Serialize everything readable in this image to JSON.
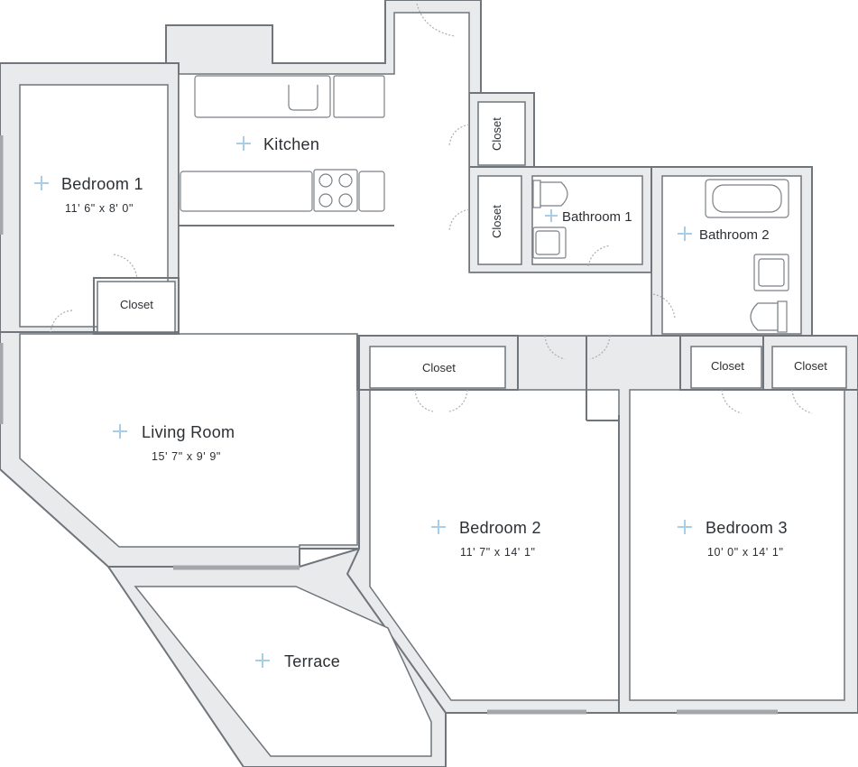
{
  "rooms": {
    "kitchen": {
      "label": "Kitchen"
    },
    "bedroom1": {
      "label": "Bedroom 1",
      "dims": "11' 6\" x 8' 0\""
    },
    "bedroom1_closet": {
      "label": "Closet"
    },
    "hall_closet_top": {
      "label": "Closet"
    },
    "hall_closet_bottom": {
      "label": "Closet"
    },
    "bathroom1": {
      "label": "Bathroom 1"
    },
    "bathroom2": {
      "label": "Bathroom 2"
    },
    "living_room": {
      "label": "Living Room",
      "dims": "15' 7\" x 9' 9\""
    },
    "bedroom2_closet": {
      "label": "Closet"
    },
    "bedroom2": {
      "label": "Bedroom 2",
      "dims": "11' 7\" x 14' 1\""
    },
    "bedroom3_closet_left": {
      "label": "Closet"
    },
    "bedroom3_closet_right": {
      "label": "Closet"
    },
    "bedroom3": {
      "label": "Bedroom 3",
      "dims": "10' 0\" x 14' 1\""
    },
    "terrace": {
      "label": "Terrace"
    }
  },
  "colors": {
    "wall_fill": "#e9eaeb",
    "wall_stroke": "#6f757b",
    "marker": "#a9cde6",
    "text": "#2b2f33"
  },
  "icons": [
    "plus-marker-icon",
    "toilet-icon",
    "bathtub-icon",
    "stove-icon",
    "sink-icon",
    "door-swing-icon"
  ]
}
